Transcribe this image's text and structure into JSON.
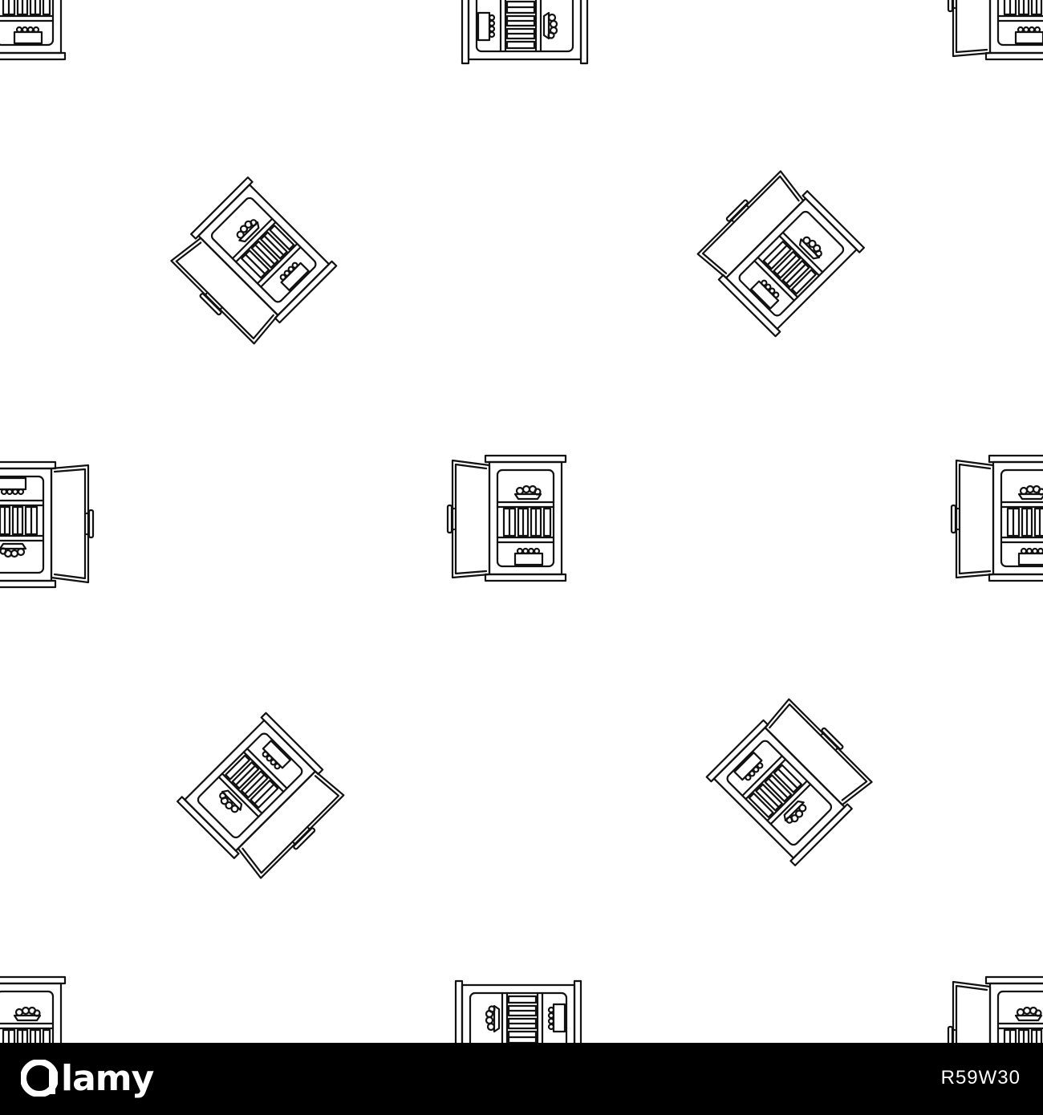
{
  "pattern": {
    "background_color": "#ffffff",
    "stroke_color": "#111111",
    "motif": "open-fridge-outline-icon",
    "tile_rotations_deg": [
      0,
      90,
      180,
      270,
      45,
      -45,
      135,
      -135
    ]
  },
  "footer": {
    "background_color": "#000000",
    "text_color": "#ffffff",
    "brand": "alamy",
    "image_id": "R59W30"
  }
}
